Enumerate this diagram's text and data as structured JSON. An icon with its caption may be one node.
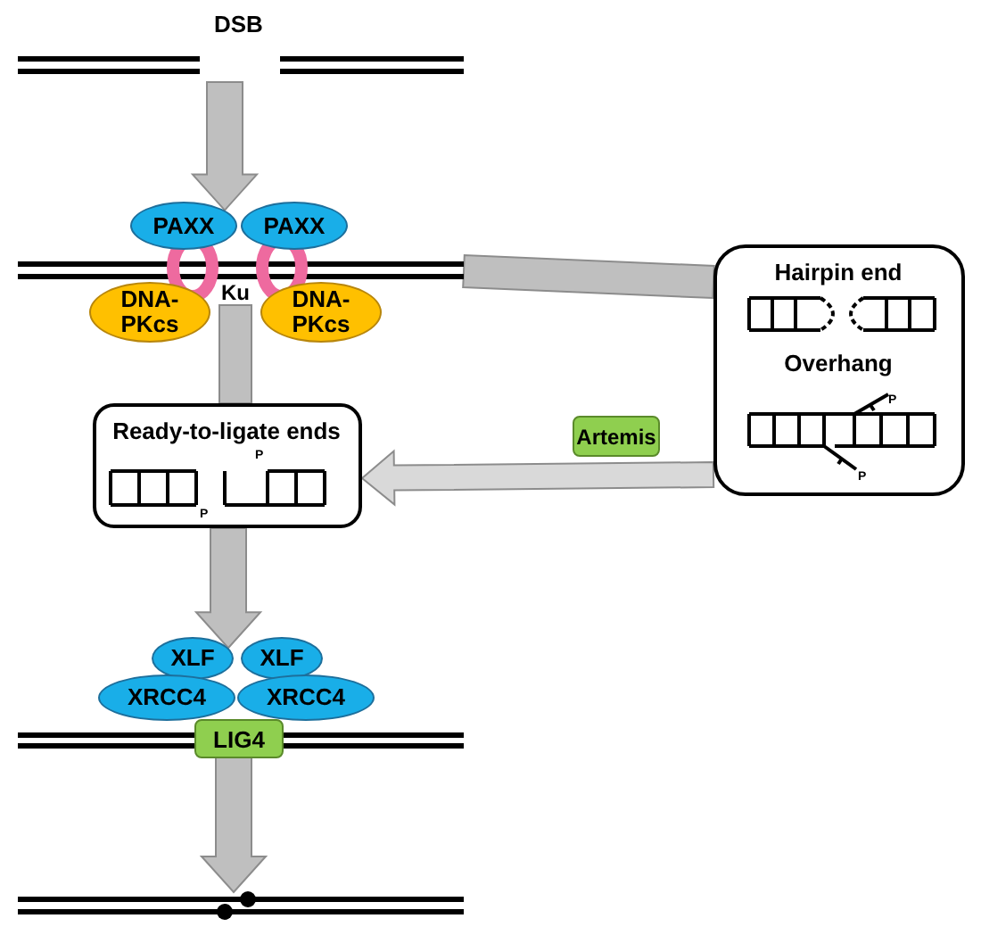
{
  "diagram": {
    "nodes": [
      {
        "text": [
          "DSB"
        ]
      },
      {
        "text": [
          "PAXX"
        ]
      },
      {
        "text": [
          "PAXX"
        ]
      },
      {
        "text": [
          "Ku"
        ]
      },
      {
        "text": [
          "DNA-PKcs"
        ]
      },
      {
        "text": [
          "DNA-PKcs"
        ]
      },
      {
        "text": [],
        "shape": "bar"
      },
      {
        "text": [
          "Hairpin end",
          "Overhang",
          "P",
          "P"
        ]
      },
      {
        "text": [
          "Artemis"
        ]
      },
      {
        "text": [
          "Ready-to-ligate ends",
          "P",
          "P"
        ]
      },
      {
        "text": [
          "XLF"
        ]
      },
      {
        "text": [
          "XLF"
        ]
      },
      {
        "text": [
          "XRCC4"
        ]
      },
      {
        "text": [
          "XRCC4"
        ]
      },
      {
        "text": [
          "LIG4"
        ]
      },
      {
        "text": [],
        "shape": "bar"
      },
      {
        "text": [],
        "shape": "bar"
      }
    ],
    "edges": [
      {
        "from": 0,
        "to": 1,
        "arrow": "to"
      },
      {
        "from": 6,
        "to": 7,
        "arrow": "none"
      },
      {
        "from": 7,
        "to": 9,
        "arrow": "to",
        "color": "#d9d9d9"
      },
      {
        "from": 3,
        "to": 9,
        "arrow": "none"
      },
      {
        "from": 9,
        "to": 10,
        "arrow": "to"
      },
      {
        "from": 15,
        "to": 16,
        "arrow": "to"
      }
    ]
  }
}
